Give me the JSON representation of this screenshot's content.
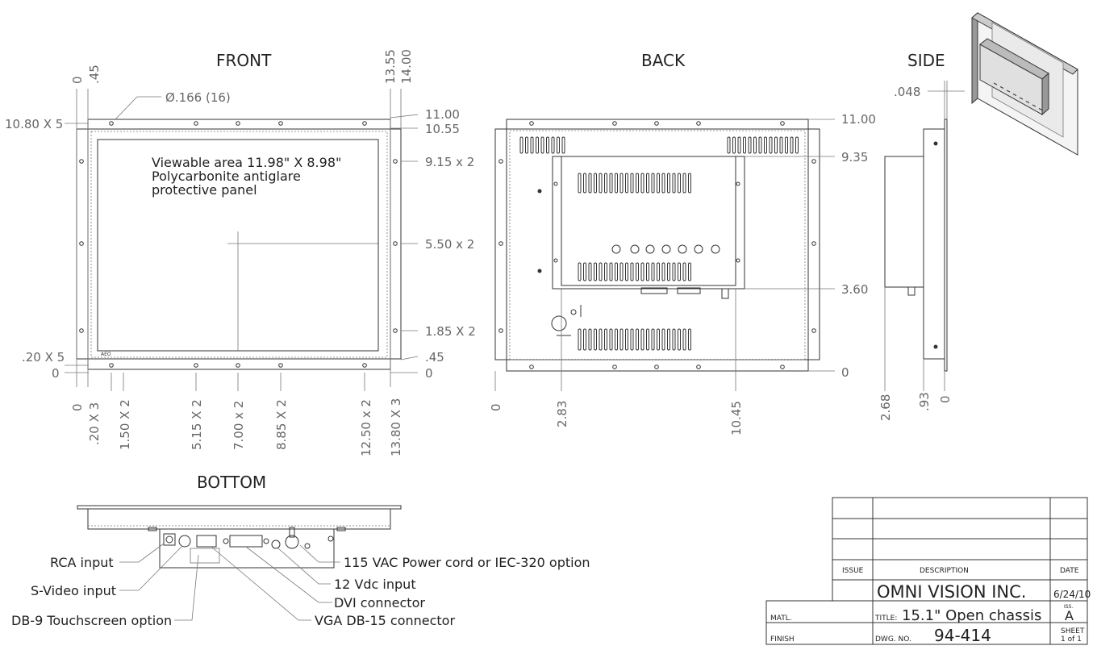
{
  "views": {
    "front": "FRONT",
    "back": "BACK",
    "side": "SIDE",
    "bottom": "BOTTOM"
  },
  "front": {
    "top_dims": [
      "0",
      ".45",
      "13.55",
      "14.00"
    ],
    "diameter_note": "Ø.166 (16)",
    "left_dims": [
      "10.80 X 5",
      ".20 X 5",
      "0"
    ],
    "right_dims": [
      "11.00",
      "10.55",
      "9.15 x 2",
      "5.50 x 2",
      "1.85 X 2",
      ".45",
      "0"
    ],
    "bottom_dims": [
      "0",
      ".20 X 3",
      "1.50 X 2",
      "5.15 X 2",
      "7.00 x 2",
      "8.85 X 2",
      "12.50 x 2",
      "13.80 X 3"
    ],
    "note_lines": [
      "Viewable area 11.98\" X 8.98\"",
      "Polycarbonite antiglare",
      "protective panel"
    ],
    "logo": "AEO"
  },
  "back": {
    "right_dims": [
      "11.00",
      "9.35",
      "3.60",
      "0"
    ],
    "bottom_dims": [
      "0",
      "2.83",
      "10.45"
    ]
  },
  "side": {
    "top_dim": ".048",
    "bottom_dims": [
      "2.68",
      ".93",
      "0"
    ]
  },
  "bottom_view": {
    "callouts": [
      "RCA input",
      "S-Video input",
      "DB-9 Touchscreen option",
      "115 VAC Power cord or IEC-320 option",
      "12 Vdc input",
      "DVI connector",
      "VGA DB-15 connector"
    ]
  },
  "title_block": {
    "issue_header": "ISSUE",
    "description_header": "DESCRIPTION",
    "date_header": "DATE",
    "company": "OMNI VISION INC.",
    "date": "6/24/10",
    "iss_label": "ISS.",
    "iss_value": "A",
    "matl_label": "MATL.",
    "title_label": "TITLE:",
    "title_value": "15.1\" Open chassis",
    "finish_label": "FINISH",
    "dwg_label": "DWG. NO.",
    "dwg_value": "94-414",
    "sheet_label": "SHEET",
    "sheet_value": "1 of 1"
  }
}
